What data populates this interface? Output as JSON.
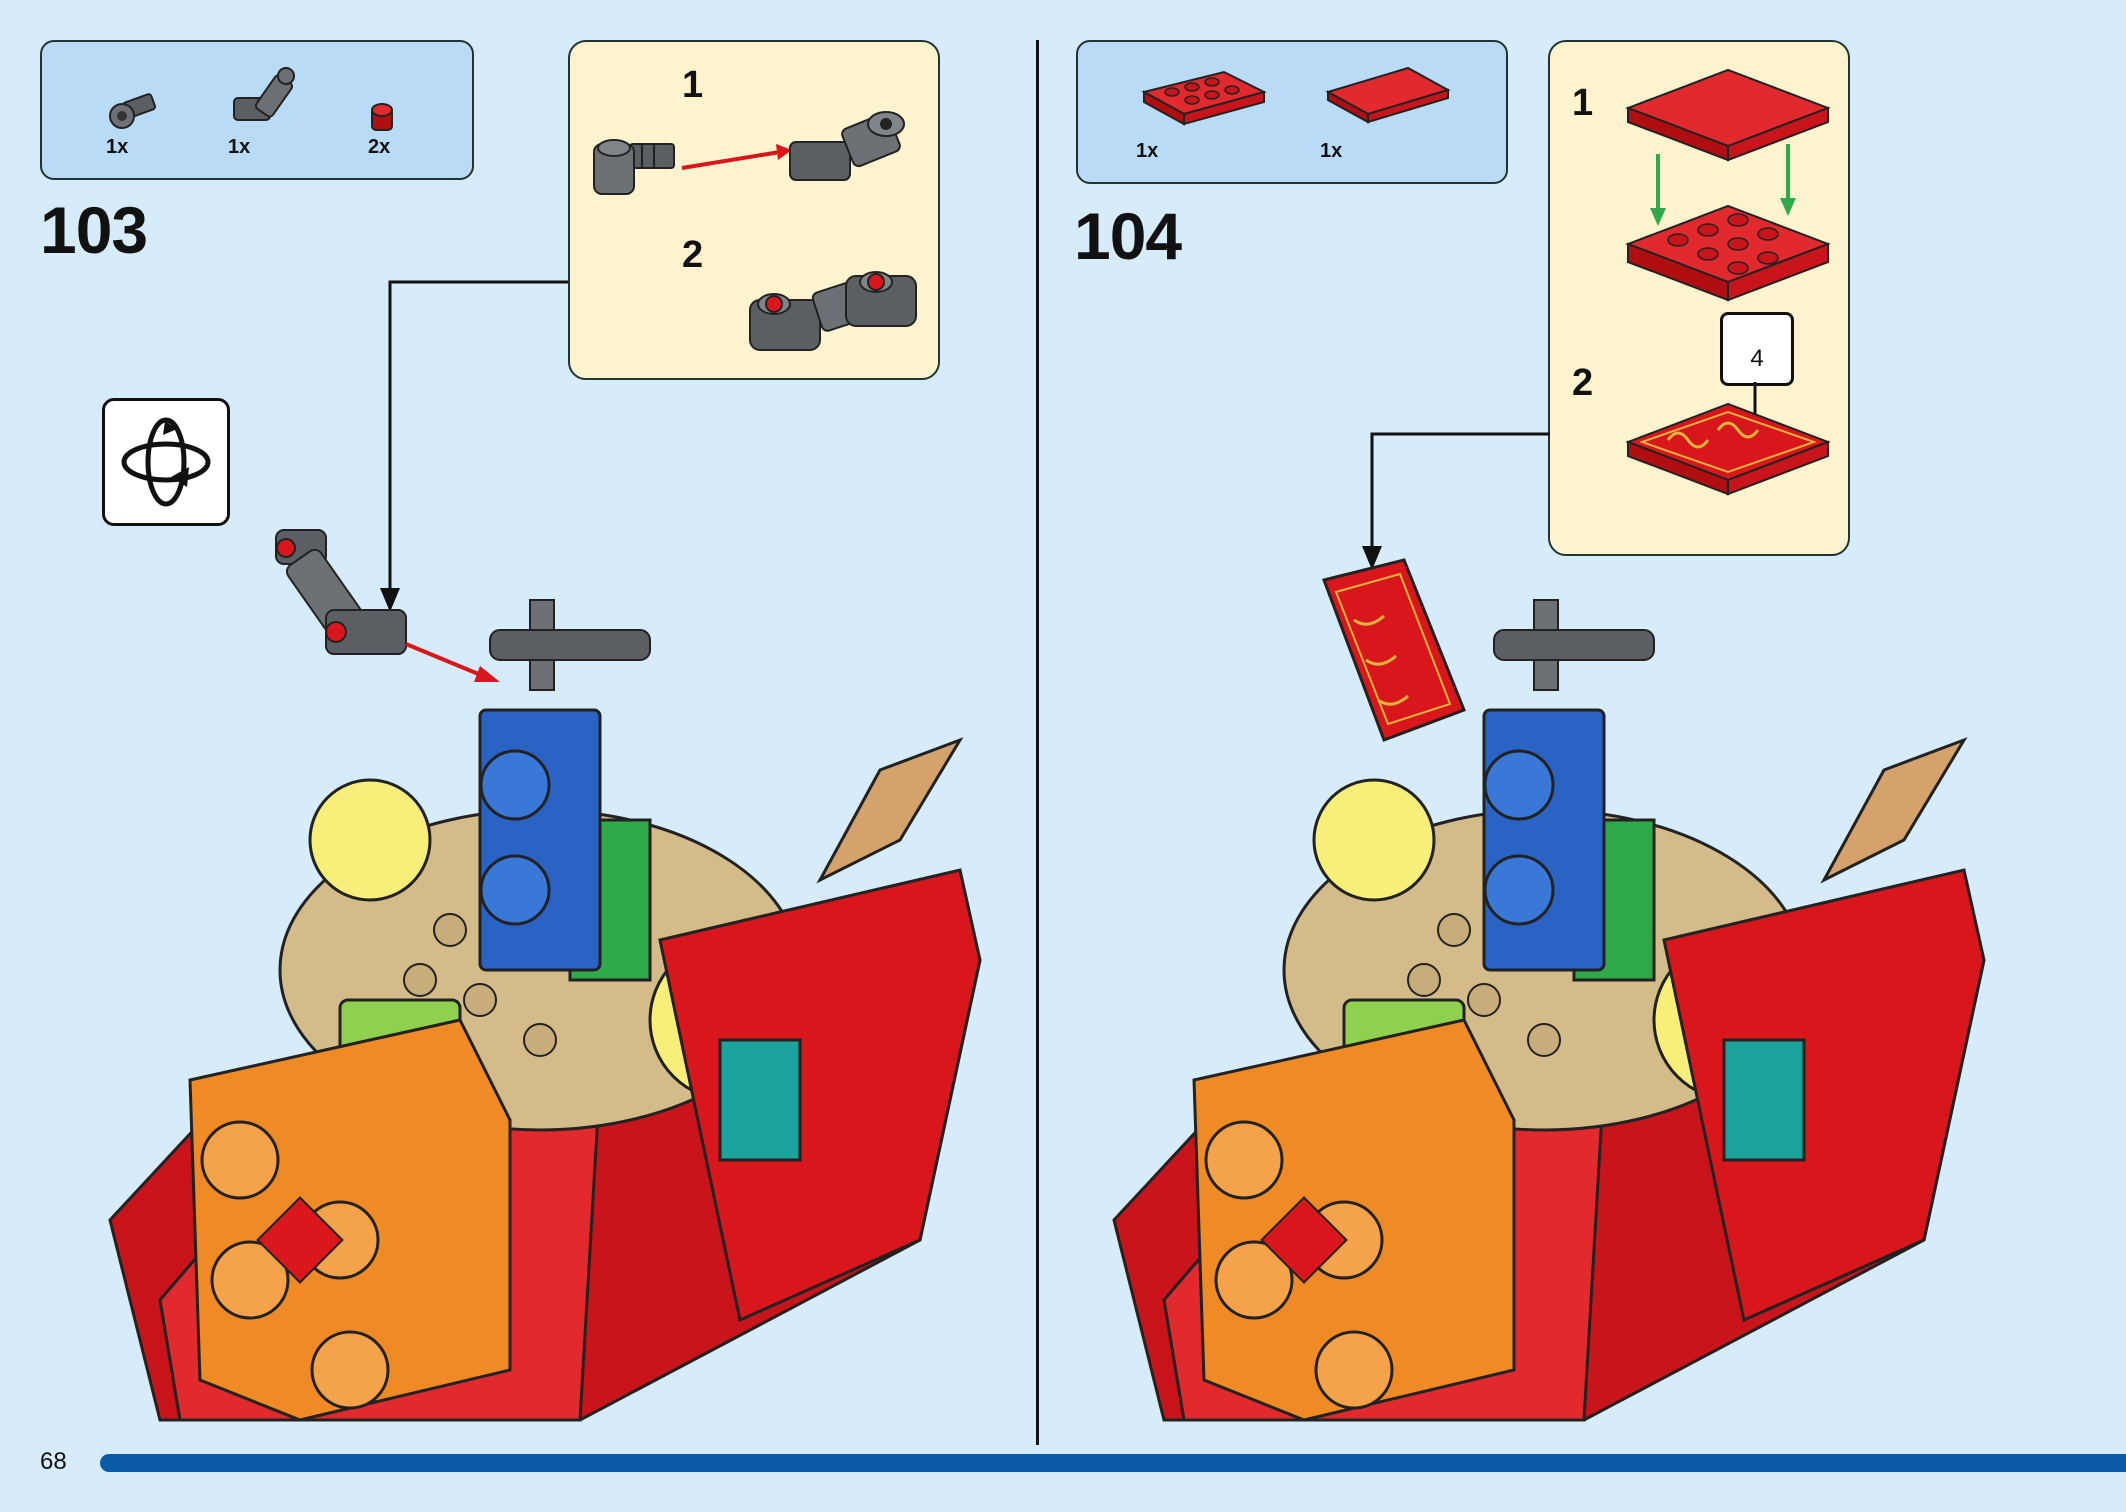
{
  "page": {
    "number": "68"
  },
  "colors": {
    "background": "#d6ecfb",
    "parts_panel": "#b9dbf5",
    "sub_panel": "#fdf3cf",
    "progress_bar": "#0a5aa8",
    "brick_red": "#d8161b",
    "brick_blue": "#2a63c4",
    "brick_orange": "#f08a24",
    "brick_gray": "#5b5f63"
  },
  "step_103": {
    "number": "103",
    "parts": [
      {
        "icon": "axle-pin-connector-icon",
        "qty": "1x"
      },
      {
        "icon": "angled-connector-icon",
        "qty": "1x"
      },
      {
        "icon": "red-round-plate-icon",
        "qty": "2x"
      }
    ],
    "substeps": [
      "1",
      "2"
    ],
    "rotate_icon": "rotate-model-icon"
  },
  "step_104": {
    "number": "104",
    "parts": [
      {
        "icon": "red-plate-2x4-icon",
        "qty": "1x"
      },
      {
        "icon": "red-tile-2x4-icon",
        "qty": "1x"
      }
    ],
    "substeps": [
      "1",
      "2"
    ],
    "sticker_number": "4"
  }
}
